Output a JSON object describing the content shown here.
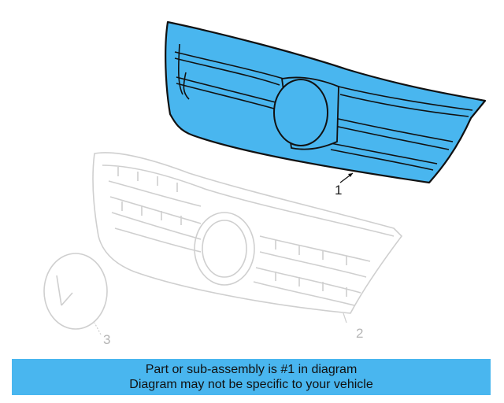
{
  "callouts": {
    "part_1": "1",
    "part_2": "2",
    "part_3": "3"
  },
  "banner": {
    "line1": "Part or sub-assembly is #1 in diagram",
    "line2": "Diagram may not be specific to your vehicle"
  },
  "colors": {
    "highlight_fill": "#49b6ef",
    "outline": "#111111",
    "ghost_outline": "#cfcfcf",
    "banner_bg": "#49b6ef"
  }
}
